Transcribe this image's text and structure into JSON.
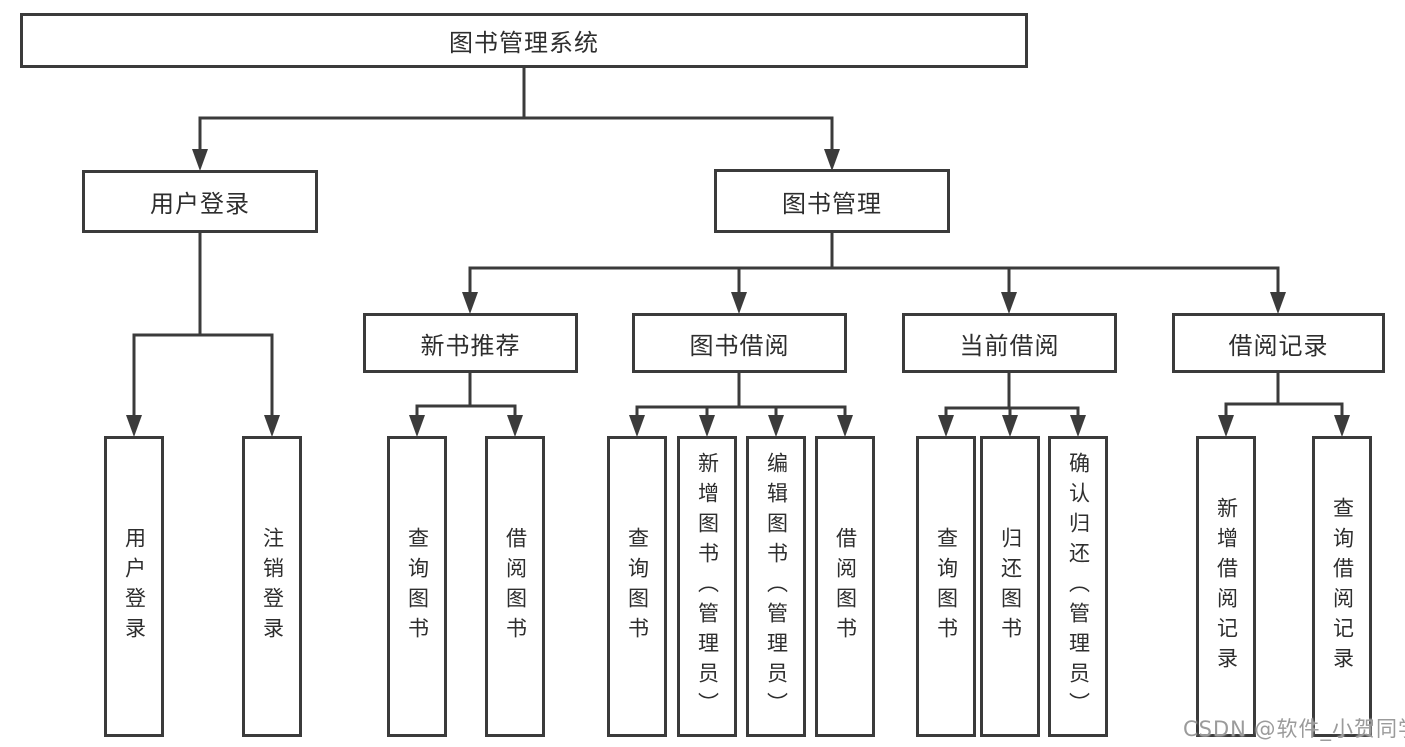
{
  "diagram": {
    "title": "图书管理系统",
    "root": {
      "label": "图书管理系统"
    },
    "level2": [
      {
        "label": "用户登录"
      },
      {
        "label": "图书管理"
      }
    ],
    "level3": [
      {
        "label": "新书推荐"
      },
      {
        "label": "图书借阅"
      },
      {
        "label": "当前借阅"
      },
      {
        "label": "借阅记录"
      }
    ],
    "leaves": {
      "login": [
        {
          "label": "用户登录"
        },
        {
          "label": "注销登录"
        }
      ],
      "newbook": [
        {
          "label": "查询图书"
        },
        {
          "label": "借阅图书"
        }
      ],
      "borrow": [
        {
          "label": "查询图书"
        },
        {
          "label": "新增图书（管理员）"
        },
        {
          "label": "编辑图书（管理员）"
        },
        {
          "label": "借阅图书"
        }
      ],
      "current": [
        {
          "label": "查询图书"
        },
        {
          "label": "归还图书"
        },
        {
          "label": "确认归还（管理员）"
        }
      ],
      "records": [
        {
          "label": "新增借阅记录"
        },
        {
          "label": "查询借阅记录"
        }
      ]
    },
    "watermark": "CSDN @软件_小贺同学",
    "colors": {
      "line": "#3b3b3b",
      "text": "#2e2e2e",
      "watermark": "#9b9b9b",
      "background": "#ffffff"
    }
  }
}
